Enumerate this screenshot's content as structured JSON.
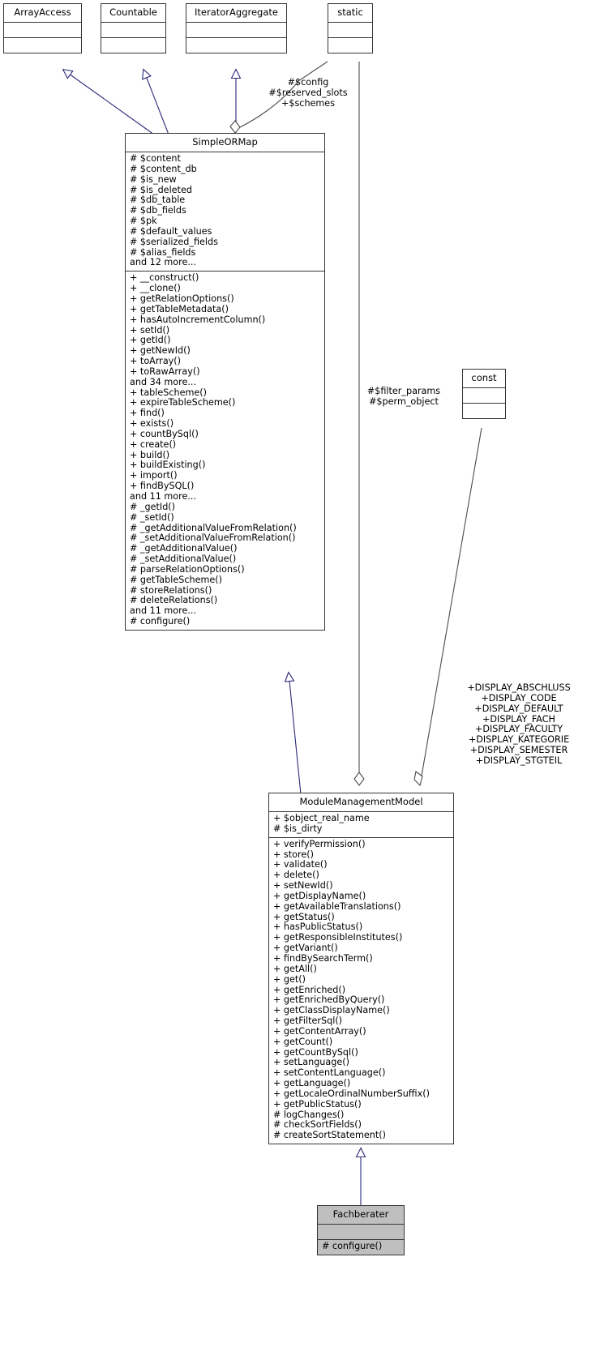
{
  "diagram": {
    "type": "uml-class-diagram",
    "colors": {
      "inheritance_edge": "#2a2a7a",
      "aggregation_edge": "#4b4b4b",
      "node_border": "#353535",
      "node_fill": "#ffffff",
      "highlight_fill": "#bfbfbf"
    }
  },
  "nodes": {
    "array_access": {
      "title": "ArrayAccess",
      "attributes": [],
      "methods": []
    },
    "countable": {
      "title": "Countable",
      "attributes": [],
      "methods": []
    },
    "iterator_aggregate": {
      "title": "IteratorAggregate",
      "attributes": [],
      "methods": []
    },
    "static": {
      "title": "static",
      "attributes": [],
      "methods": []
    },
    "const": {
      "title": "const",
      "attributes": [],
      "methods": []
    },
    "simple_ormap": {
      "title": "SimpleORMap",
      "attributes": [
        "# $content",
        "# $content_db",
        "# $is_new",
        "# $is_deleted",
        "# $db_table",
        "# $db_fields",
        "# $pk",
        "# $default_values",
        "# $serialized_fields",
        "# $alias_fields",
        "and 12 more..."
      ],
      "methods": [
        "+ __construct()",
        "+ __clone()",
        "+ getRelationOptions()",
        "+ getTableMetadata()",
        "+ hasAutoIncrementColumn()",
        "+ setId()",
        "+ getId()",
        "+ getNewId()",
        "+ toArray()",
        "+ toRawArray()",
        "and 34 more...",
        "+ tableScheme()",
        "+ expireTableScheme()",
        "+ find()",
        "+ exists()",
        "+ countBySql()",
        "+ create()",
        "+ build()",
        "+ buildExisting()",
        "+ import()",
        "+ findBySQL()",
        "and 11 more...",
        "# _getId()",
        "# _setId()",
        "# _getAdditionalValueFromRelation()",
        "# _setAdditionalValueFromRelation()",
        "# _getAdditionalValue()",
        "# _setAdditionalValue()",
        "# parseRelationOptions()",
        "# getTableScheme()",
        "# storeRelations()",
        "# deleteRelations()",
        "and 11 more...",
        "# configure()"
      ]
    },
    "module_management_model": {
      "title": "ModuleManagementModel",
      "attributes": [
        "+ $object_real_name",
        "# $is_dirty"
      ],
      "methods": [
        "+ verifyPermission()",
        "+ store()",
        "+ validate()",
        "+ delete()",
        "+ setNewId()",
        "+ getDisplayName()",
        "+ getAvailableTranslations()",
        "+ getStatus()",
        "+ hasPublicStatus()",
        "+ getResponsibleInstitutes()",
        "+ getVariant()",
        "+ findBySearchTerm()",
        "+ getAll()",
        "+ get()",
        "+ getEnriched()",
        "+ getEnrichedByQuery()",
        "+ getClassDisplayName()",
        "+ getFilterSql()",
        "+ getContentArray()",
        "+ getCount()",
        "+ getCountBySql()",
        "+ setLanguage()",
        "+ setContentLanguage()",
        "+ getLanguage()",
        "+ getLocaleOrdinalNumberSuffix()",
        "+ getPublicStatus()",
        "# logChanges()",
        "# checkSortFields()",
        "# createSortStatement()"
      ]
    },
    "fachberater": {
      "title": "Fachberater",
      "attributes": [],
      "methods": [
        "# configure()"
      ]
    }
  },
  "edge_labels": {
    "static_to_simple_ormap": [
      "#$config",
      "#$reserved_slots",
      "+$schemes"
    ],
    "static_to_module_management_model": [
      "#$filter_params",
      "#$perm_object"
    ],
    "const_to_module_management_model": [
      "+DISPLAY_ABSCHLUSS",
      "+DISPLAY_CODE",
      "+DISPLAY_DEFAULT",
      "+DISPLAY_FACH",
      "+DISPLAY_FACULTY",
      "+DISPLAY_KATEGORIE",
      "+DISPLAY_SEMESTER",
      "+DISPLAY_STGTEIL"
    ]
  }
}
